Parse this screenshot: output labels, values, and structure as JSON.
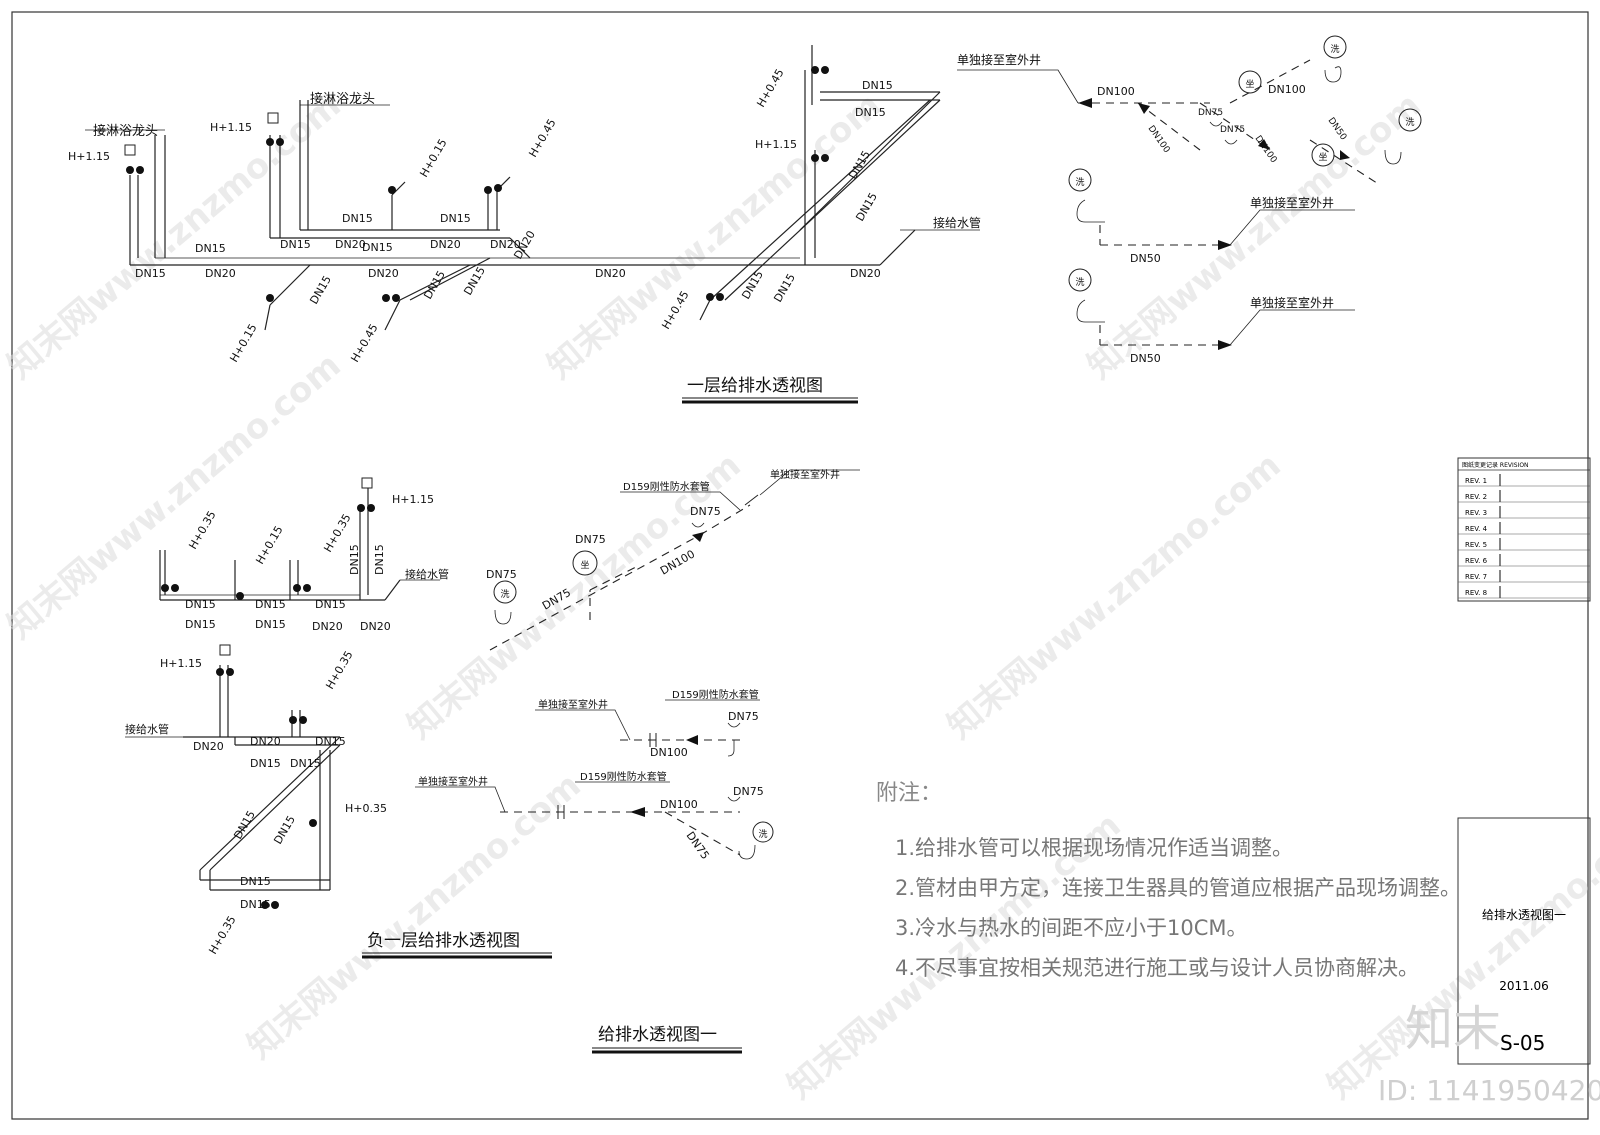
{
  "drawing": {
    "section_first_floor_title": "一层给排水透视图",
    "section_basement_title": "负一层给排水透视图",
    "sheet_title": "给排水透视图一",
    "pipe_labels": {
      "dn15": "DN15",
      "dn20": "DN20",
      "dn50": "DN50",
      "dn75": "DN75",
      "dn100": "DN100"
    },
    "callouts": {
      "shower_tap": "接淋浴龙头",
      "supply_pipe": "接给水管",
      "outdoor_well": "单独接至室外井",
      "sleeve": "D159刚性防水套管"
    },
    "elevations": {
      "h115": "H+1.15",
      "h045": "H+0.45",
      "h015": "H+0.15",
      "h035": "H+0.35"
    },
    "fixtures": {
      "toilet": "坐",
      "basin": "洗"
    },
    "notes": {
      "heading": "附注：",
      "items": [
        "1.给排水管可以根据现场情况作适当调整。",
        "2.管材由甲方定，连接卫生器具的管道应根据产品现场调整。",
        "3.冷水与热水的间距不应小于10CM。",
        "4.不尽事宜按相关规范进行施工或与设计人员协商解决。"
      ]
    },
    "revision": {
      "header": "图纸变更记录  REVISION",
      "rows": [
        "REV. 1",
        "REV. 2",
        "REV. 3",
        "REV. 4",
        "REV. 5",
        "REV. 6",
        "REV. 7",
        "REV. 8"
      ]
    },
    "title_block": {
      "name": "给排水透视图一",
      "date": "2011.06",
      "number": "S-05"
    },
    "watermark": {
      "text": "知末网www.znzmo.com",
      "logo": "知末",
      "id": "ID: 1141950420"
    }
  }
}
